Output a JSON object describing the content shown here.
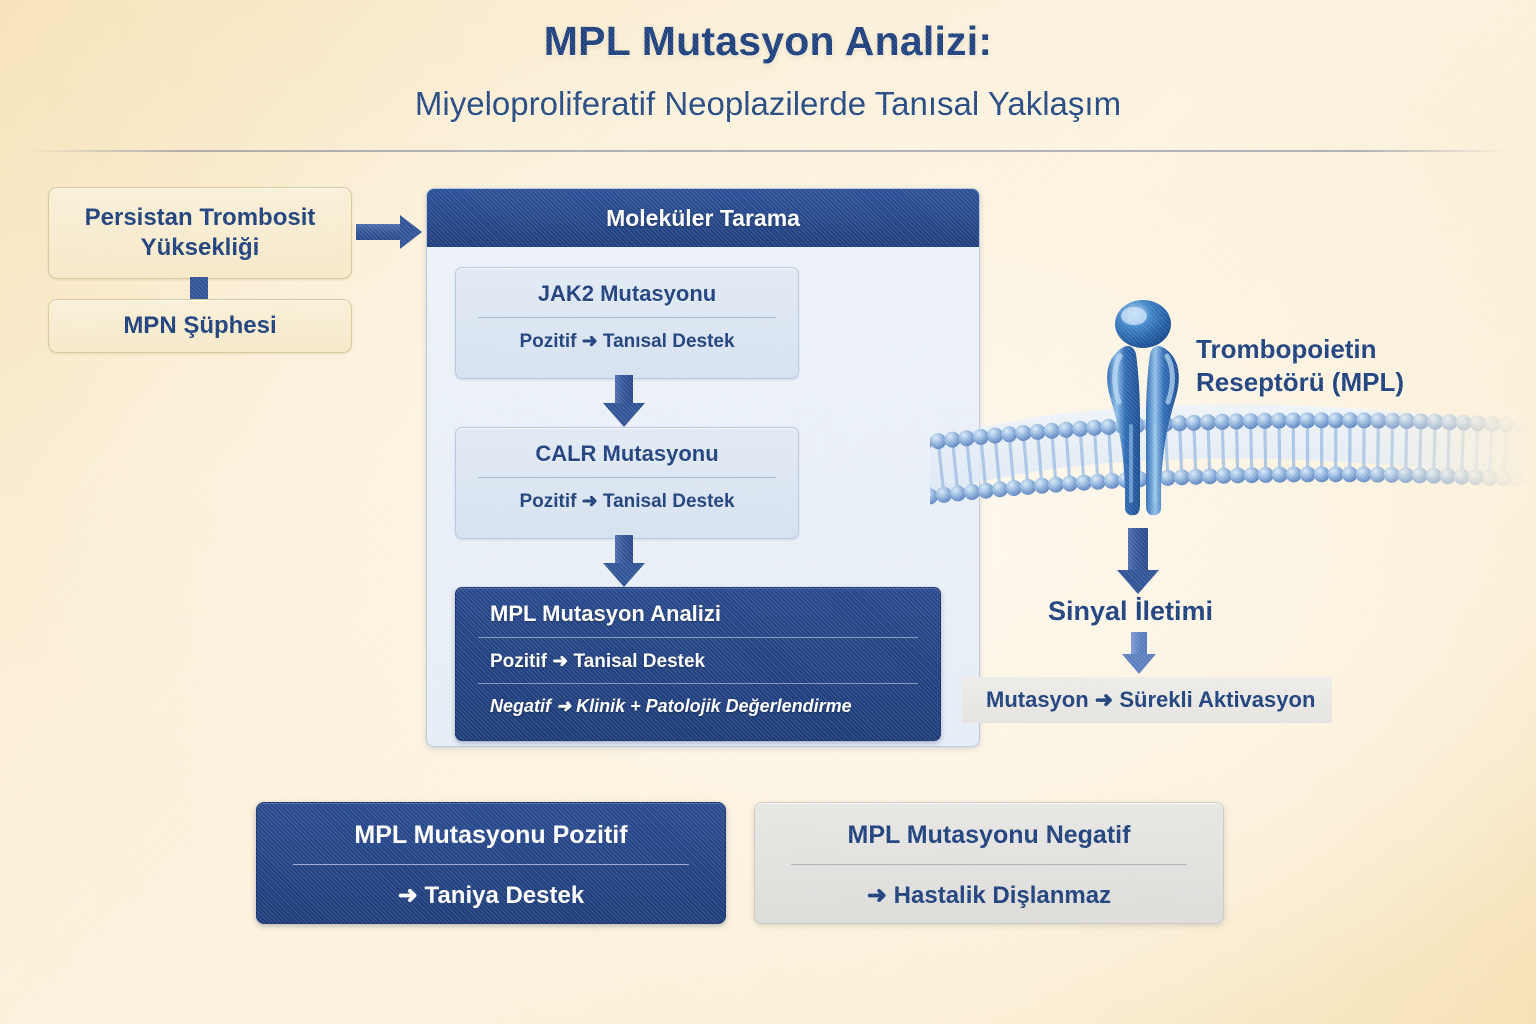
{
  "header": {
    "title": "MPL Mutasyon Analizi:",
    "subtitle": "Miyeloproliferatif Neoplazilerde Tanısal Yaklaşım"
  },
  "intake": {
    "box1": "Persistan Trombosit Yüksekliği",
    "box2": "MPN Şüphesi"
  },
  "panel": {
    "header": "Moleküler Tarama",
    "steps": [
      {
        "title": "JAK2 Mutasyonu",
        "line1": "Pozitif ➜ Tanısal Destek"
      },
      {
        "title": "CALR Mutasyonu",
        "line1": "Pozitif ➜ Tanisal Destek"
      },
      {
        "title": "MPL Mutasyon Analizi",
        "line1": "Pozitif ➜ Tanisal Destek",
        "line2": "Negatif ➜ Klinik + Patolojik Değerlendirme"
      }
    ]
  },
  "biology": {
    "receptor_label_line1": "Trombopoietin",
    "receptor_label_line2": "Reseptörü (MPL)",
    "signal_label": "Sinyal İletimi",
    "activation_label": "Mutasyon ➜ Sürekli Aktivasyon"
  },
  "outcomes": [
    {
      "title": "MPL Mutasyonu Pozitif",
      "line": "➜ Taniya Destek"
    },
    {
      "title": "MPL Mutasyonu Negatif",
      "line": "➜ Hastalik Dişlanmaz"
    }
  ],
  "colors": {
    "deep_blue": "#1c3f7c",
    "panel_header_blue": "#1d3c7c",
    "arrow_blue": "#2f5296",
    "arrow_light_blue": "#5b7fbf",
    "cream_bg": "#faefd5",
    "membrane_blue": "#8aaedc",
    "grey_box": "#e1e1df"
  }
}
